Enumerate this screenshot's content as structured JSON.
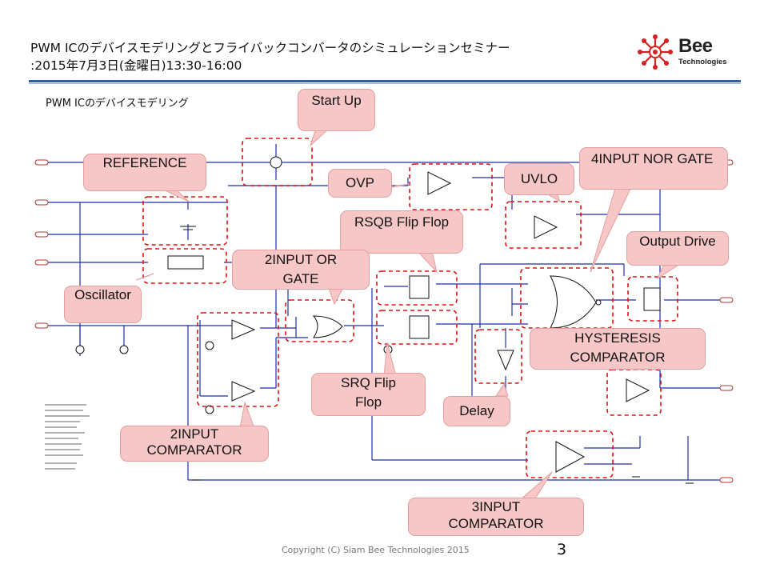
{
  "header": {
    "title_line1": "PWM ICのデバイスモデリングとフライバックコンバータのシミュレーションセミナー",
    "title_line2": ":2015年7月3日(金曜日)13:30-16:00"
  },
  "logo": {
    "name": "Bee",
    "sub": "Technologies"
  },
  "subtitle": "PWM ICのデバイスモデリング",
  "callouts": {
    "start_up": "Start Up",
    "reference": "REFERENCE",
    "ovp": "OVP",
    "uvlo": "UVLO",
    "nor4": "4INPUT NOR GATE",
    "rsqb": "RSQB Flip Flop",
    "output_drive": "Output Drive",
    "or2": "2INPUT OR GATE",
    "oscillator": "Oscillator",
    "hysteresis": "HYSTERESIS COMPARATOR",
    "srq": "SRQ Flip Flop",
    "delay": "Delay",
    "comp2": "2INPUT COMPARATOR",
    "comp3": "3INPUT COMPARATOR"
  },
  "footer": {
    "copyright": "Copyright (C) Siam Bee Technologies 2015",
    "page": "3"
  },
  "colors": {
    "wire": "#1f2fa8",
    "dash": "#e01010",
    "callout": "#f7c6c6",
    "rule": "#2f5f9e"
  },
  "icons": [
    "bee-logo-icon"
  ]
}
